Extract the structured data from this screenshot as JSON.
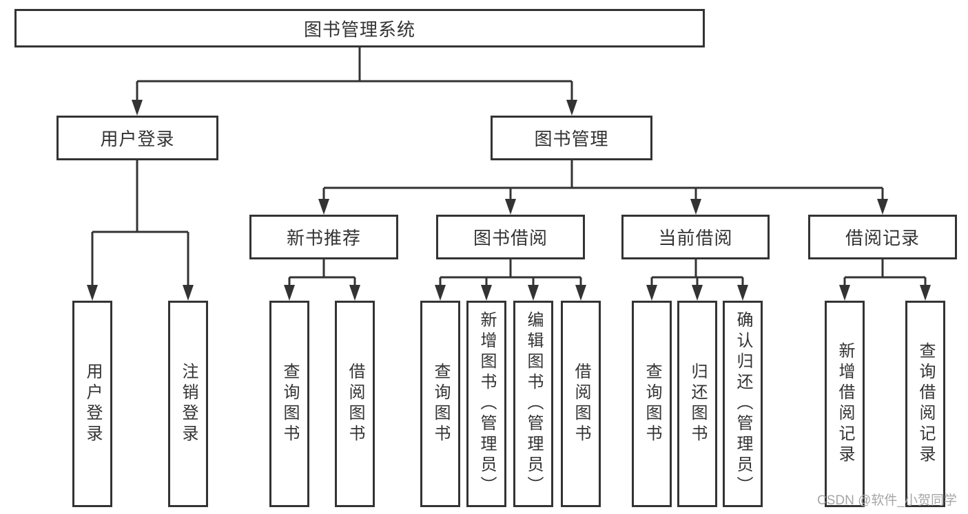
{
  "colors": {
    "line": "#333333",
    "text": "#333333",
    "node_background": "#ffffff",
    "page_background": "#ffffff",
    "watermark": "#a6a6a6"
  },
  "watermark": {
    "text": "CSDN @软件_小贺同学"
  },
  "tree": {
    "label": "图书管理系统",
    "children": [
      {
        "label": "用户登录",
        "children": [
          {
            "label": "用户登录"
          },
          {
            "label": "注销登录"
          }
        ]
      },
      {
        "label": "图书管理",
        "children": [
          {
            "label": "新书推荐",
            "children": [
              {
                "label": "查询图书"
              },
              {
                "label": "借阅图书"
              }
            ]
          },
          {
            "label": "图书借阅",
            "children": [
              {
                "label": "查询图书"
              },
              {
                "label": "新增图书（管理员）"
              },
              {
                "label": "编辑图书（管理员）"
              },
              {
                "label": "借阅图书"
              }
            ]
          },
          {
            "label": "当前借阅",
            "children": [
              {
                "label": "查询图书"
              },
              {
                "label": "归还图书"
              },
              {
                "label": "确认归还（管理员）"
              }
            ]
          },
          {
            "label": "借阅记录",
            "children": [
              {
                "label": "新增借阅记录"
              },
              {
                "label": "查询借阅记录"
              }
            ]
          }
        ]
      }
    ]
  }
}
